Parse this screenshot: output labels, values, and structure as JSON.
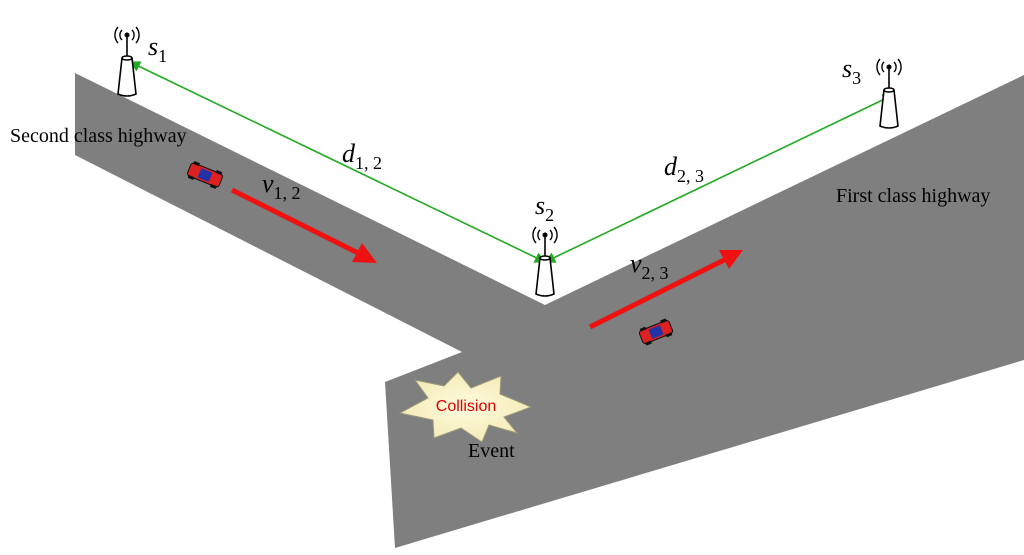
{
  "roads": {
    "second_class_label": "Second class  highway",
    "first_class_label": "First class highway"
  },
  "sensors": [
    {
      "id": "s1",
      "base": "s",
      "sub": "1"
    },
    {
      "id": "s2",
      "base": "s",
      "sub": "2"
    },
    {
      "id": "s3",
      "base": "s",
      "sub": "3"
    }
  ],
  "distances": [
    {
      "base": "d",
      "sub": "1, 2"
    },
    {
      "base": "d",
      "sub": "2, 3"
    }
  ],
  "velocities": [
    {
      "base": "v",
      "sub": "1, 2"
    },
    {
      "base": "v",
      "sub": "2, 3"
    }
  ],
  "event": {
    "burst_label": "Collision",
    "caption": "Event"
  },
  "colors": {
    "road": "#7f7f7f",
    "link": "#22aa22",
    "velocity_arrow": "#ee1111",
    "burst_fill": "#fff5cc",
    "collision_text": "#dd0000"
  }
}
